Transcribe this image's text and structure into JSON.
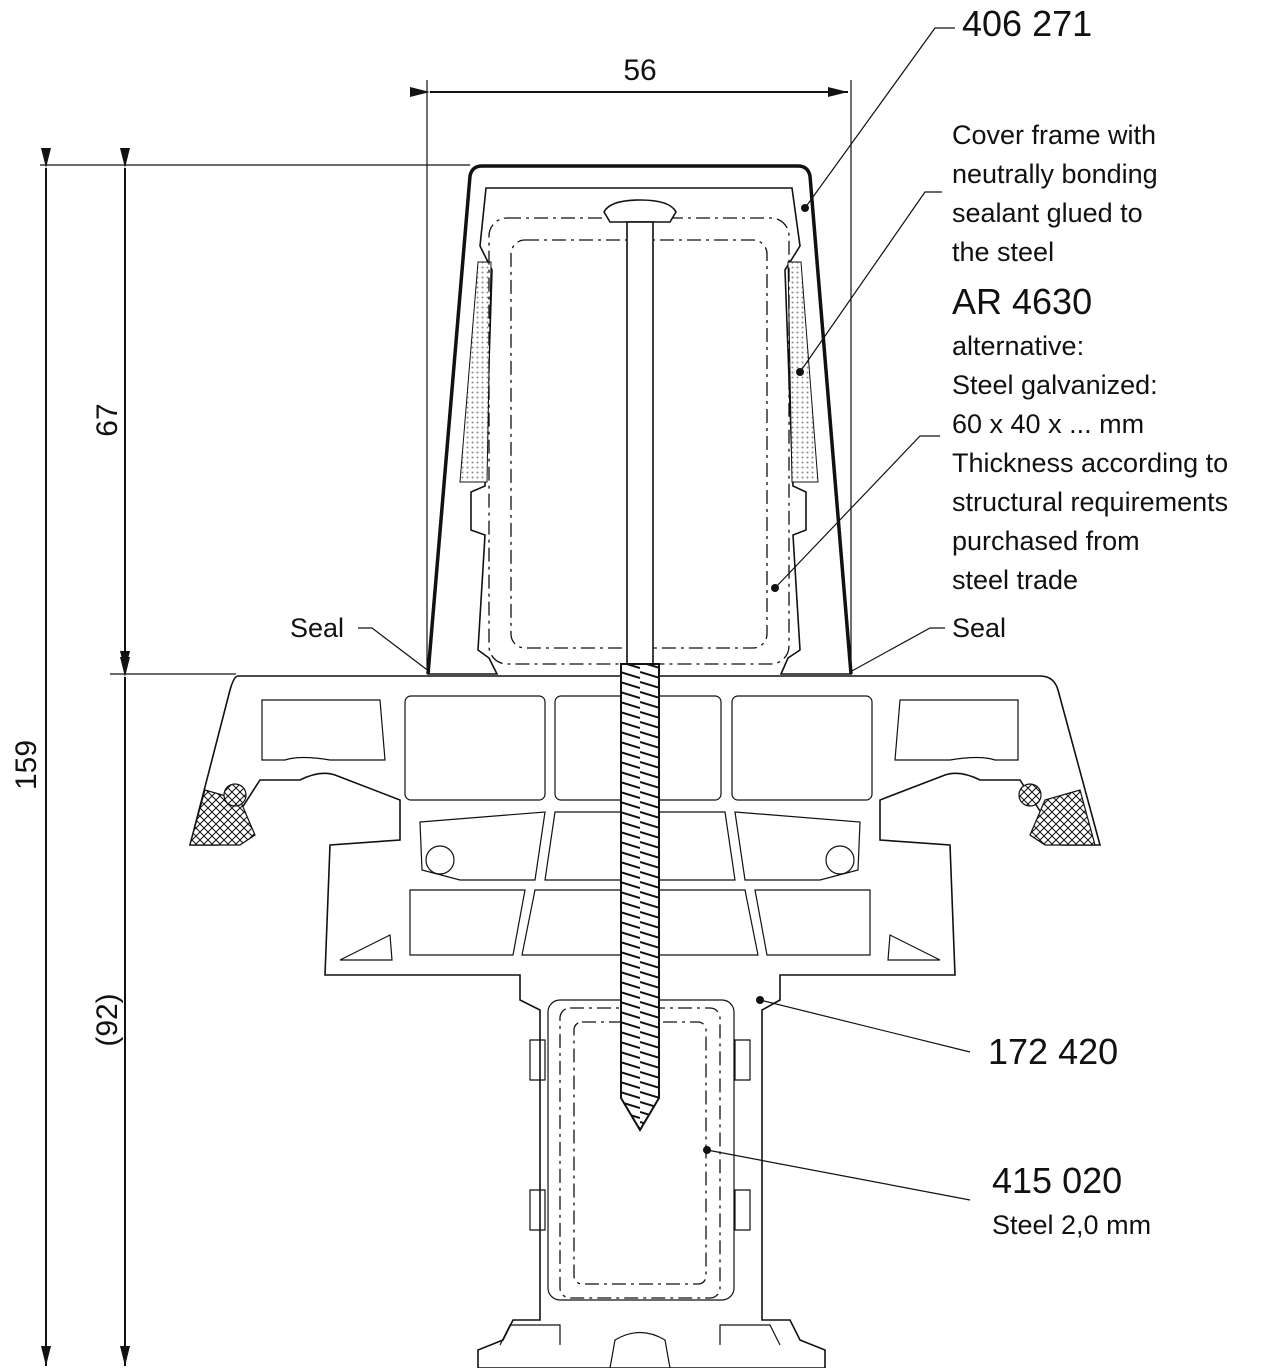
{
  "labels": {
    "top_part": "406 271",
    "cover_lines": [
      "Cover frame with",
      "neutrally bonding",
      "sealant glued to",
      "the steel"
    ],
    "ar_code": "AR 4630",
    "alt_lines": [
      "alternative:",
      "Steel galvanized:",
      "60 x 40 x ... mm",
      "Thickness according to",
      "structural requirements",
      "purchased from",
      "steel trade"
    ],
    "seal_left": "Seal",
    "seal_right": "Seal",
    "profile_part": "172 420",
    "steel_part": "415 020",
    "steel_note": "Steel 2,0 mm"
  },
  "dimensions": {
    "width": "56",
    "upper_height": "67",
    "total_height": "159",
    "lower_height": "(92)"
  },
  "colors": {
    "line": "#111111",
    "sealant_fill": "#cfcfcf",
    "background": "#ffffff"
  }
}
